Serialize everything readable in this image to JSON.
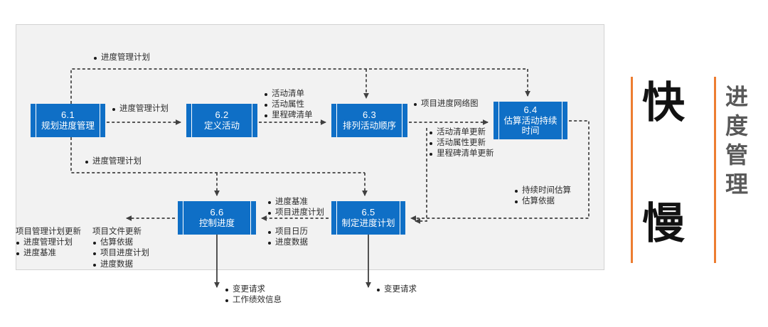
{
  "diagram": {
    "title_caption": {
      "left_top": "快",
      "left_bottom": "慢",
      "right_vertical": [
        "进",
        "度",
        "管",
        "理"
      ],
      "accent_color": "#ed7d31",
      "vertical_text_color": "#595959"
    },
    "box_color": "#0f6fc6",
    "panel_bg": "#f2f2f2",
    "processes": [
      {
        "id": "6.1",
        "number": "6.1",
        "name": "规划进度管理"
      },
      {
        "id": "6.2",
        "number": "6.2",
        "name": "定义活动"
      },
      {
        "id": "6.3",
        "number": "6.3",
        "name": "排列活动顺序"
      },
      {
        "id": "6.4",
        "number": "6.4",
        "name_line1": "估算活动持续",
        "name_line2": "时间"
      },
      {
        "id": "6.5",
        "number": "6.5",
        "name": "制定进度计划"
      },
      {
        "id": "6.6",
        "number": "6.6",
        "name": "控制进度"
      }
    ],
    "annotations": {
      "top_feedback": {
        "items": [
          "进度管理计划"
        ]
      },
      "a61_to_62": {
        "items": [
          "进度管理计划"
        ]
      },
      "mid_feedback": {
        "items": [
          "进度管理计划"
        ]
      },
      "a62_to_63": {
        "items": [
          "活动清单",
          "活动属性",
          "里程碑清单"
        ]
      },
      "a63_to_64": {
        "items": [
          "项目进度网络图"
        ]
      },
      "a63_updates": {
        "items": [
          "活动清单更新",
          "活动属性更新",
          "里程碑清单更新"
        ]
      },
      "a64_to_65": {
        "items": [
          "持续时间估算",
          "估算依据"
        ]
      },
      "a65_to_66_top": {
        "items": [
          "进度基准",
          "项目进度计划"
        ]
      },
      "a65_to_66_bottom": {
        "items": [
          "项目日历",
          "进度数据"
        ]
      },
      "a66_left_group1": {
        "header": "项目管理计划更新",
        "items": [
          "进度管理计划",
          "进度基准"
        ]
      },
      "a66_left_group2": {
        "header": "项目文件更新",
        "items": [
          "估算依据",
          "项目进度计划",
          "进度数据"
        ]
      },
      "a66_down": {
        "items": [
          "变更请求",
          "工作绩效信息"
        ]
      },
      "a65_down": {
        "items": [
          "变更请求"
        ]
      }
    }
  }
}
